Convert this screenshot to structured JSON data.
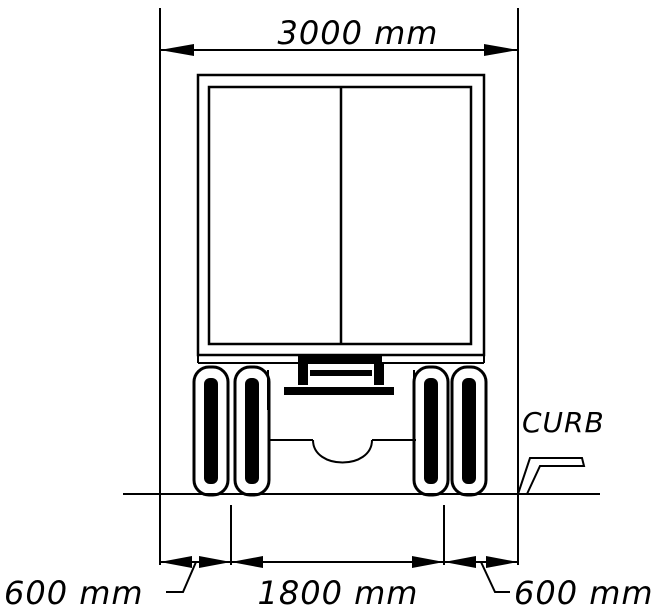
{
  "dimensions": {
    "overall_width": "3000 mm",
    "left_clearance": "600 mm",
    "track_width": "1800 mm",
    "right_clearance": "600 mm"
  },
  "labels": {
    "curb": "CURB"
  }
}
